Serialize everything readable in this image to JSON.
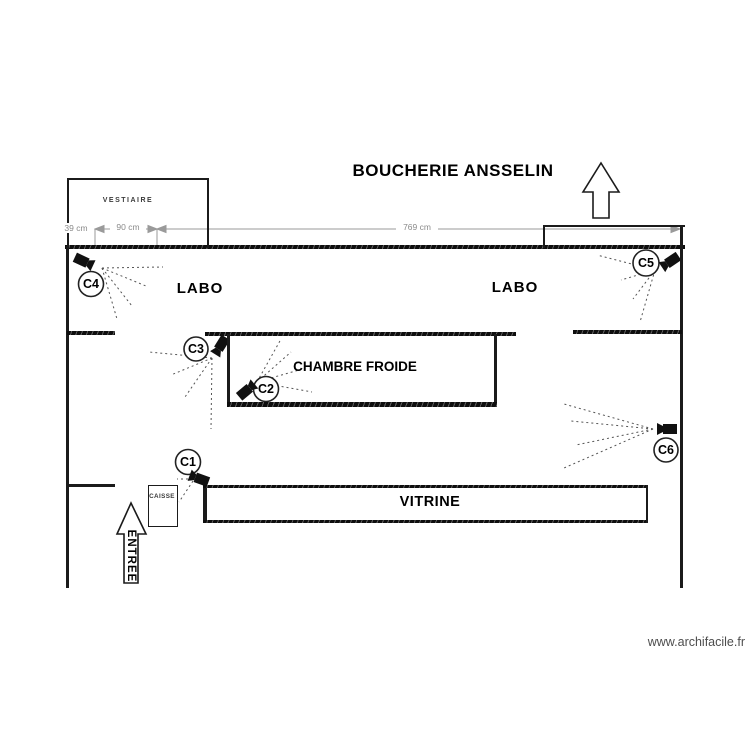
{
  "title": "BOUCHERIE ANSSELIN",
  "watermark": "www.archifacile.fr",
  "rooms": {
    "vestiaire": "VESTIAIRE",
    "labo_left": "LABO",
    "labo_right": "LABO",
    "chambre_froide": "CHAMBRE FROIDE",
    "vitrine": "VITRINE",
    "caisse": "CAISSE"
  },
  "entrance": {
    "label": "ENTREE"
  },
  "dimensions": {
    "left_offset": "39 cm",
    "door_width": "90 cm",
    "total_width": "769 cm"
  },
  "cameras": [
    {
      "id": "C1",
      "label": "C1"
    },
    {
      "id": "C2",
      "label": "C2"
    },
    {
      "id": "C3",
      "label": "C3"
    },
    {
      "id": "C4",
      "label": "C4"
    },
    {
      "id": "C5",
      "label": "C5"
    },
    {
      "id": "C6",
      "label": "C6"
    }
  ],
  "colors": {
    "wall": "#1b1b1b",
    "camera": "#111111",
    "dimension": "#8a8a8a",
    "watermark": "#4d4d4d",
    "background": "#ffffff"
  }
}
